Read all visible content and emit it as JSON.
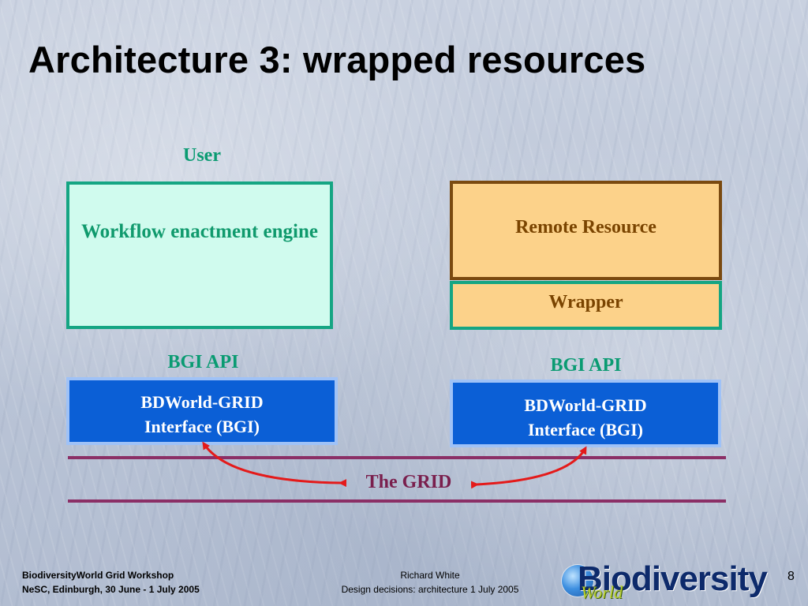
{
  "slide": {
    "title": "Architecture 3:  wrapped resources",
    "page_number": "8"
  },
  "diagram": {
    "user_label": "User",
    "workflow_engine": "Workflow enactment engine",
    "remote_resource": "Remote Resource",
    "wrapper": "Wrapper",
    "api_left": "BGI API",
    "api_right": "BGI API",
    "bgi_left_line1": "BDWorld-GRID",
    "bgi_left_line2": "Interface (BGI)",
    "bgi_right_line1": "BDWorld-GRID",
    "bgi_right_line2": "Interface (BGI)",
    "grid_label": "The GRID",
    "colors": {
      "green_text": "#0a9b72",
      "green_border": "#15a583",
      "workflow_fill": "#d0fbee",
      "orange_fill": "#fcd28a",
      "remote_border": "#7a4a10",
      "bgi_fill": "#0b5fd6",
      "bgi_border": "#9fc2f7",
      "grid_line": "#8b2f66",
      "arrow": "#e41a1a"
    }
  },
  "footer": {
    "left_line1": "BiodiversityWorld Grid Workshop",
    "left_line2": "NeSC, Edinburgh, 30 June - 1 July 2005",
    "center_line1": "Richard White",
    "center_line2": "Design decisions:  architecture  1 July 2005",
    "logo_text": "Biodiversity",
    "logo_sub": "World"
  }
}
